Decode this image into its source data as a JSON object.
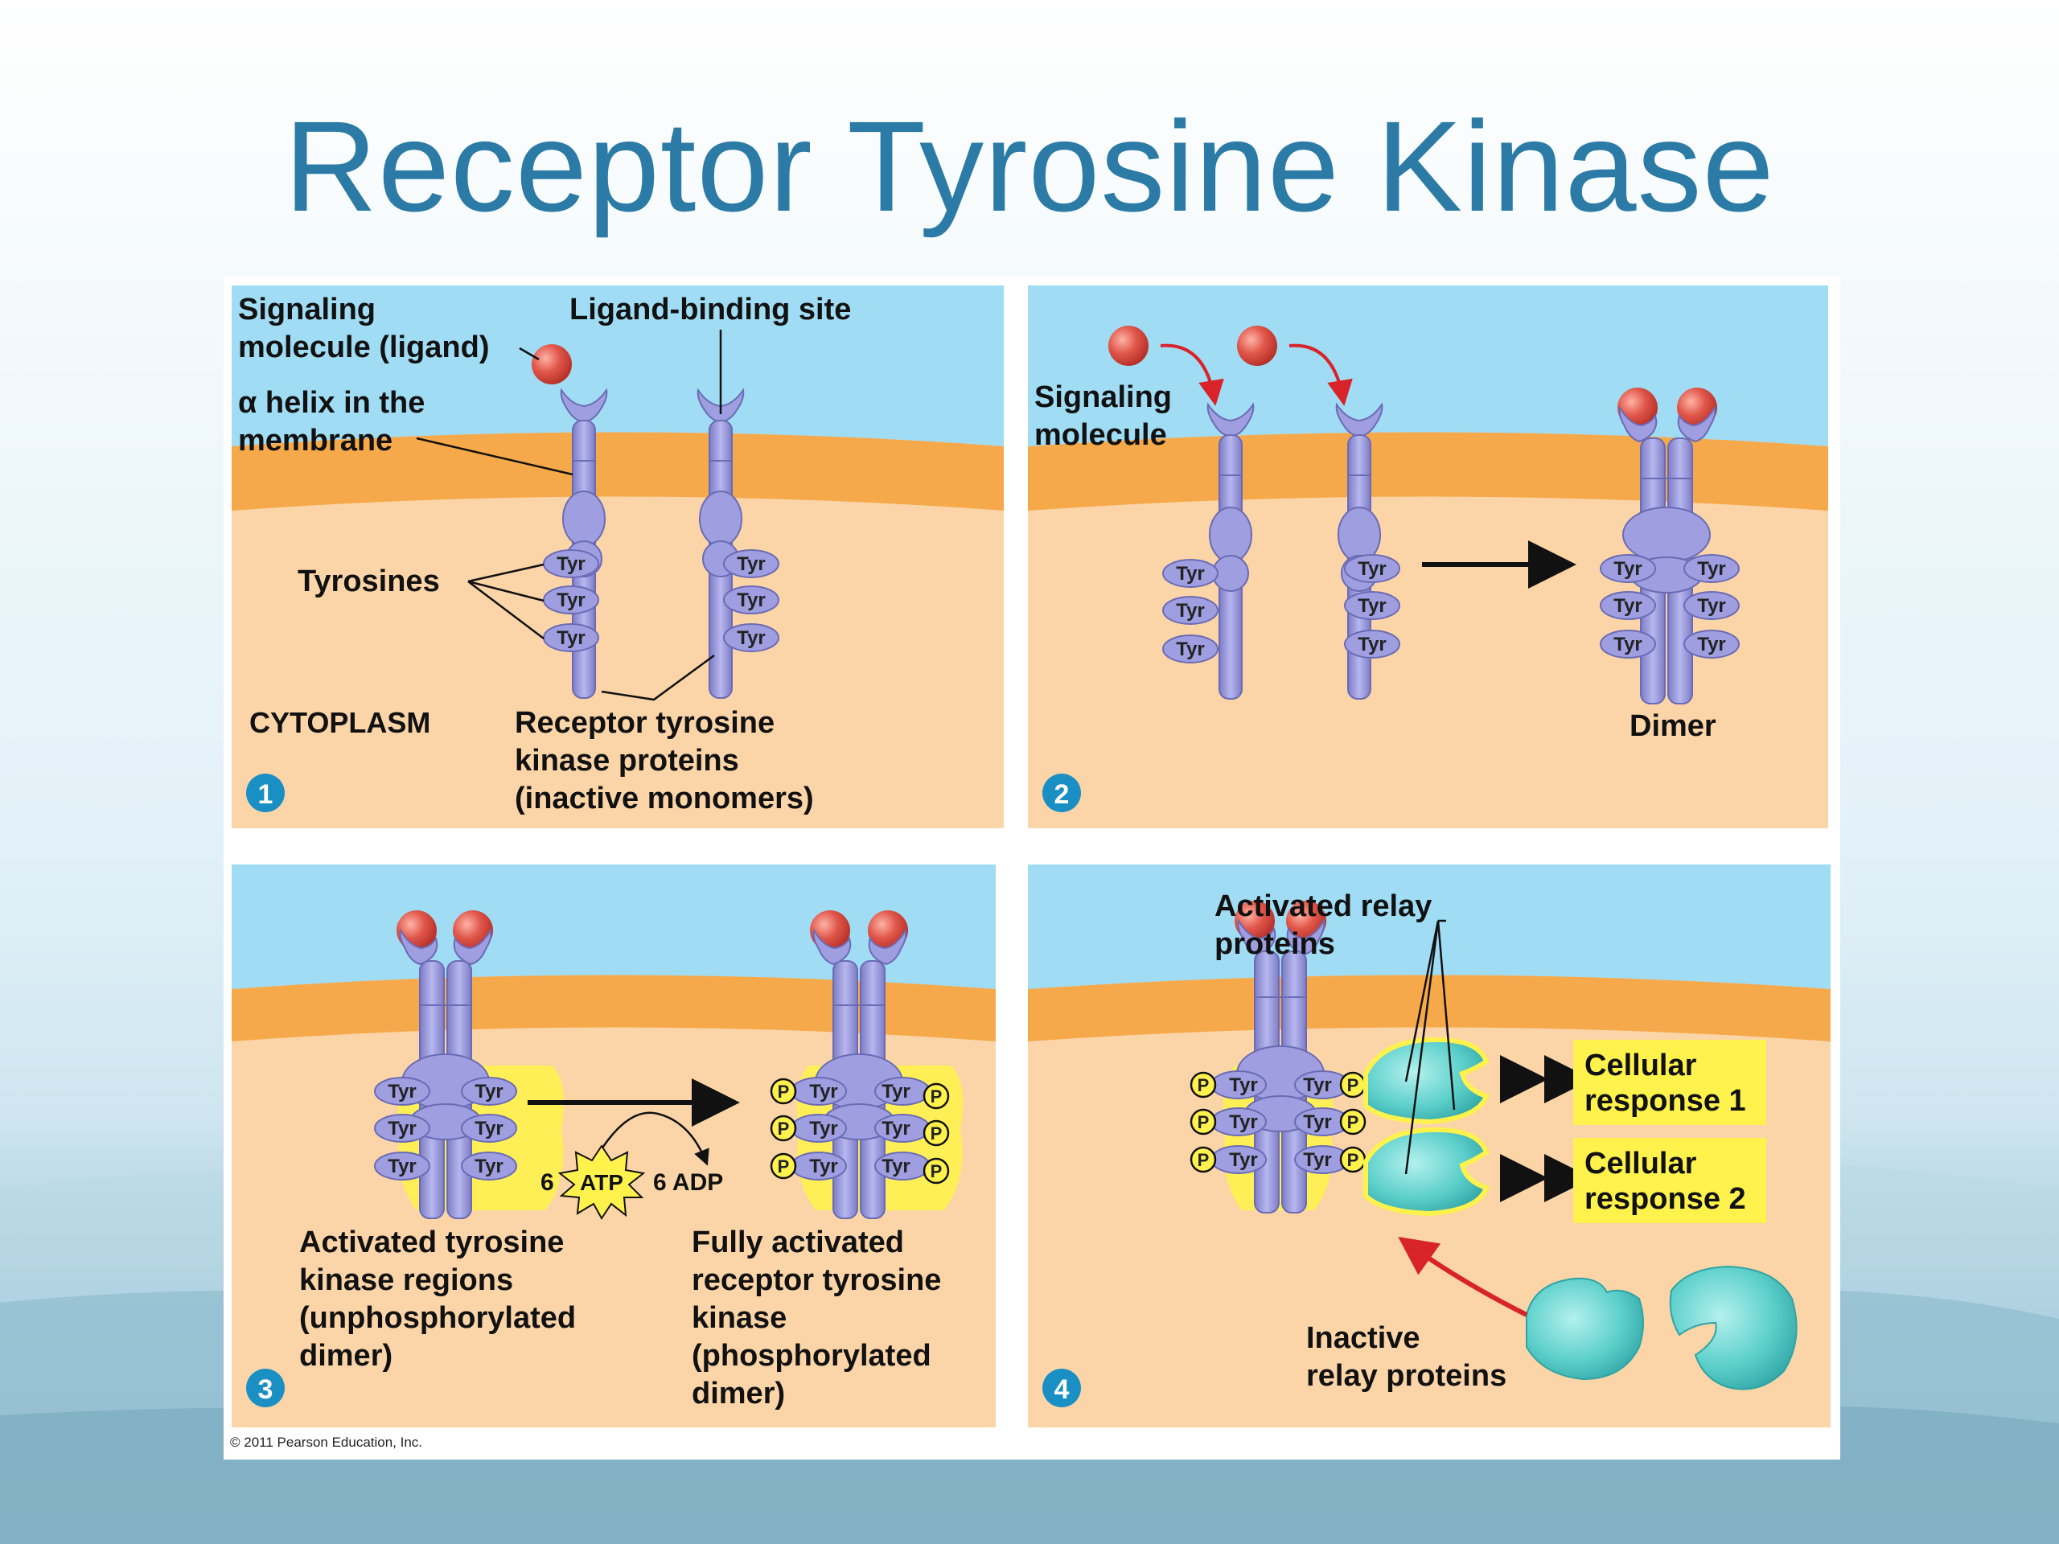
{
  "title": "Receptor Tyrosine Kinase",
  "colors": {
    "title": "#2b7ba6",
    "extracellular": "#a0dcf4",
    "membrane": "#f6a94a",
    "cytoplasm": "#fbd5a8",
    "receptor": "#9e9ee0",
    "ligand": "#e0564a",
    "relay": "#5ccfcb",
    "response_box": "#fff24d",
    "step_circle": "#1a8fc3",
    "arrow_red": "#d8232a"
  },
  "panel1": {
    "step": "1",
    "signaling_line1": "Signaling",
    "signaling_line2": "molecule (ligand)",
    "ligand_site": "Ligand-binding site",
    "alpha_line1": "α helix in the",
    "alpha_line2": "membrane",
    "tyrosines": "Tyrosines",
    "cytoplasm": "CYTOPLASM",
    "rtk_line1": "Receptor tyrosine",
    "rtk_line2": "kinase proteins",
    "rtk_line3": "(inactive monomers)",
    "tyr": "Tyr"
  },
  "panel2": {
    "step": "2",
    "signaling_line1": "Signaling",
    "signaling_line2": "molecule",
    "dimer": "Dimer",
    "tyr": "Tyr"
  },
  "panel3": {
    "step": "3",
    "atp": "ATP",
    "six_left": "6",
    "adp": "6 ADP",
    "p": "P",
    "left_line1": "Activated tyrosine",
    "left_line2": "kinase regions",
    "left_line3": "(unphosphorylated",
    "left_line4": "dimer)",
    "right_line1": "Fully activated",
    "right_line2": "receptor tyrosine",
    "right_line3": "kinase",
    "right_line4": "(phosphorylated",
    "right_line5": "dimer)",
    "tyr": "Tyr"
  },
  "panel4": {
    "step": "4",
    "activated_line1": "Activated relay",
    "activated_line2": "proteins",
    "resp1_line1": "Cellular",
    "resp1_line2": "response 1",
    "resp2_line1": "Cellular",
    "resp2_line2": "response 2",
    "inactive_line1": "Inactive",
    "inactive_line2": "relay proteins",
    "p": "P",
    "tyr": "Tyr"
  },
  "copyright": "© 2011 Pearson Education, Inc."
}
